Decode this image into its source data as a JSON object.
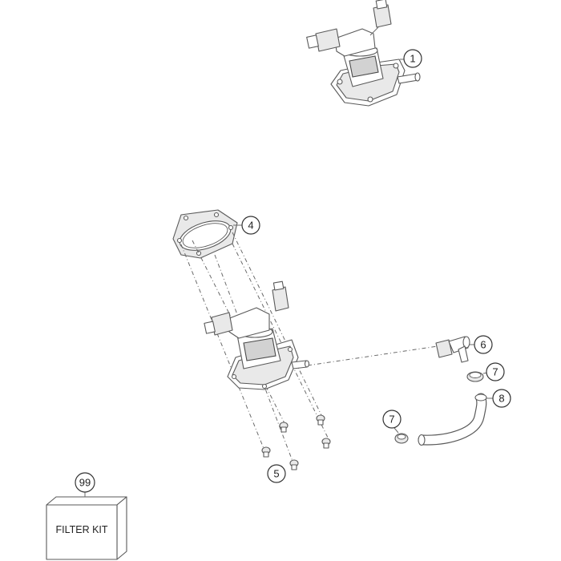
{
  "callouts": {
    "c1": "1",
    "c4": "4",
    "c5": "5",
    "c6": "6",
    "c7a": "7",
    "c7b": "7",
    "c8": "8",
    "c99": "99"
  },
  "filter_kit": {
    "label": "FILTER KIT"
  }
}
